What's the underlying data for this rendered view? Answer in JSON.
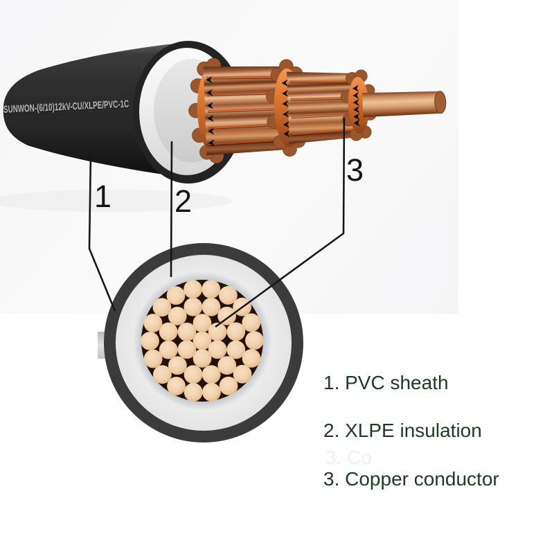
{
  "figure": {
    "type": "cable-construction-diagram",
    "sheath_marking": "SUNWON-(6/10)12kV-CU/XLPE/PVC-1C",
    "callouts": [
      {
        "number": "1",
        "label": "PVC sheath"
      },
      {
        "number": "2",
        "label": "XLPE insulation"
      },
      {
        "number": "3",
        "label": "Copper conductor"
      }
    ],
    "legend": {
      "items": [
        "1. PVC sheath",
        "2. XLPE insulation",
        "3. Copper conductor"
      ],
      "ghost_text": "3. Co",
      "text_color": "#1d3a22"
    },
    "cross_section": {
      "strand_rings": [
        {
          "count": 1,
          "ring_radius": 0
        },
        {
          "count": 6,
          "ring_radius": 25.5
        },
        {
          "count": 12,
          "ring_radius": 50.5
        },
        {
          "count": 18,
          "ring_radius": 75.5
        }
      ],
      "strand_radius": 13.4
    },
    "colors": {
      "sheath_black": "#2b2b2b",
      "insulation_white": "#f1f1f1",
      "copper_light": "#e8bb92",
      "copper_dark": "#8a4a26",
      "conductor_tan": "#f2d2ae",
      "strand_gap_brown": "#241004",
      "leader_line": "#161616",
      "marking_gray": "#b3b3b3"
    }
  }
}
